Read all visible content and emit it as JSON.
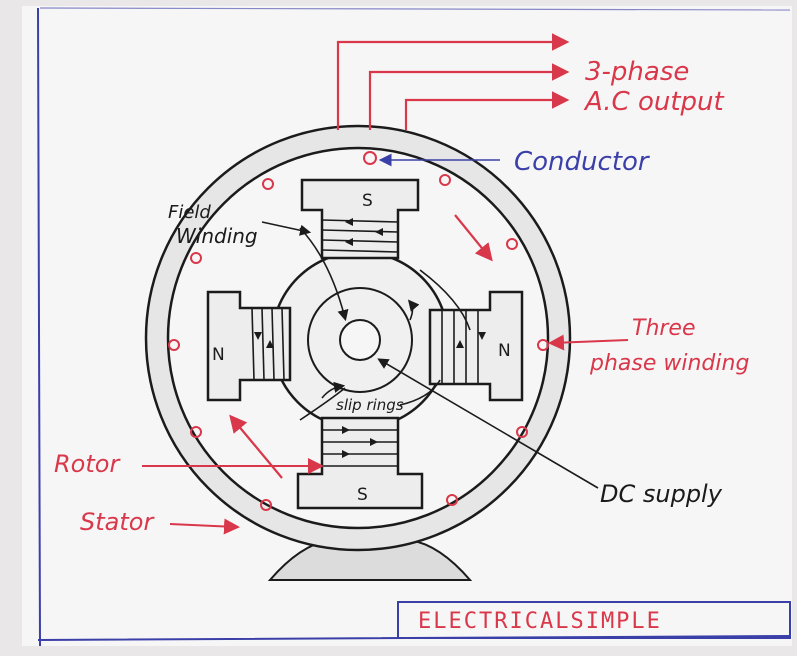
{
  "labels": {
    "phase_line1": "3-phase",
    "phase_line2": "A.C output",
    "conductor": "Conductor",
    "field_line1": "Field",
    "field_line2": "Winding",
    "three_phase_line1": "Three",
    "three_phase_line2": "phase winding",
    "slip_rings": "slip rings",
    "rotor": "Rotor",
    "stator": "Stator",
    "dc_supply": "DC supply",
    "pole_top": "S",
    "pole_bottom": "S",
    "pole_left": "N",
    "pole_right": "N",
    "brand": "ELECTRICALSIMPLE"
  },
  "colors": {
    "paper": "#f7f6f7",
    "ink": "#1b1b1b",
    "red": "#d9374a",
    "blue": "#3b3fa8"
  }
}
